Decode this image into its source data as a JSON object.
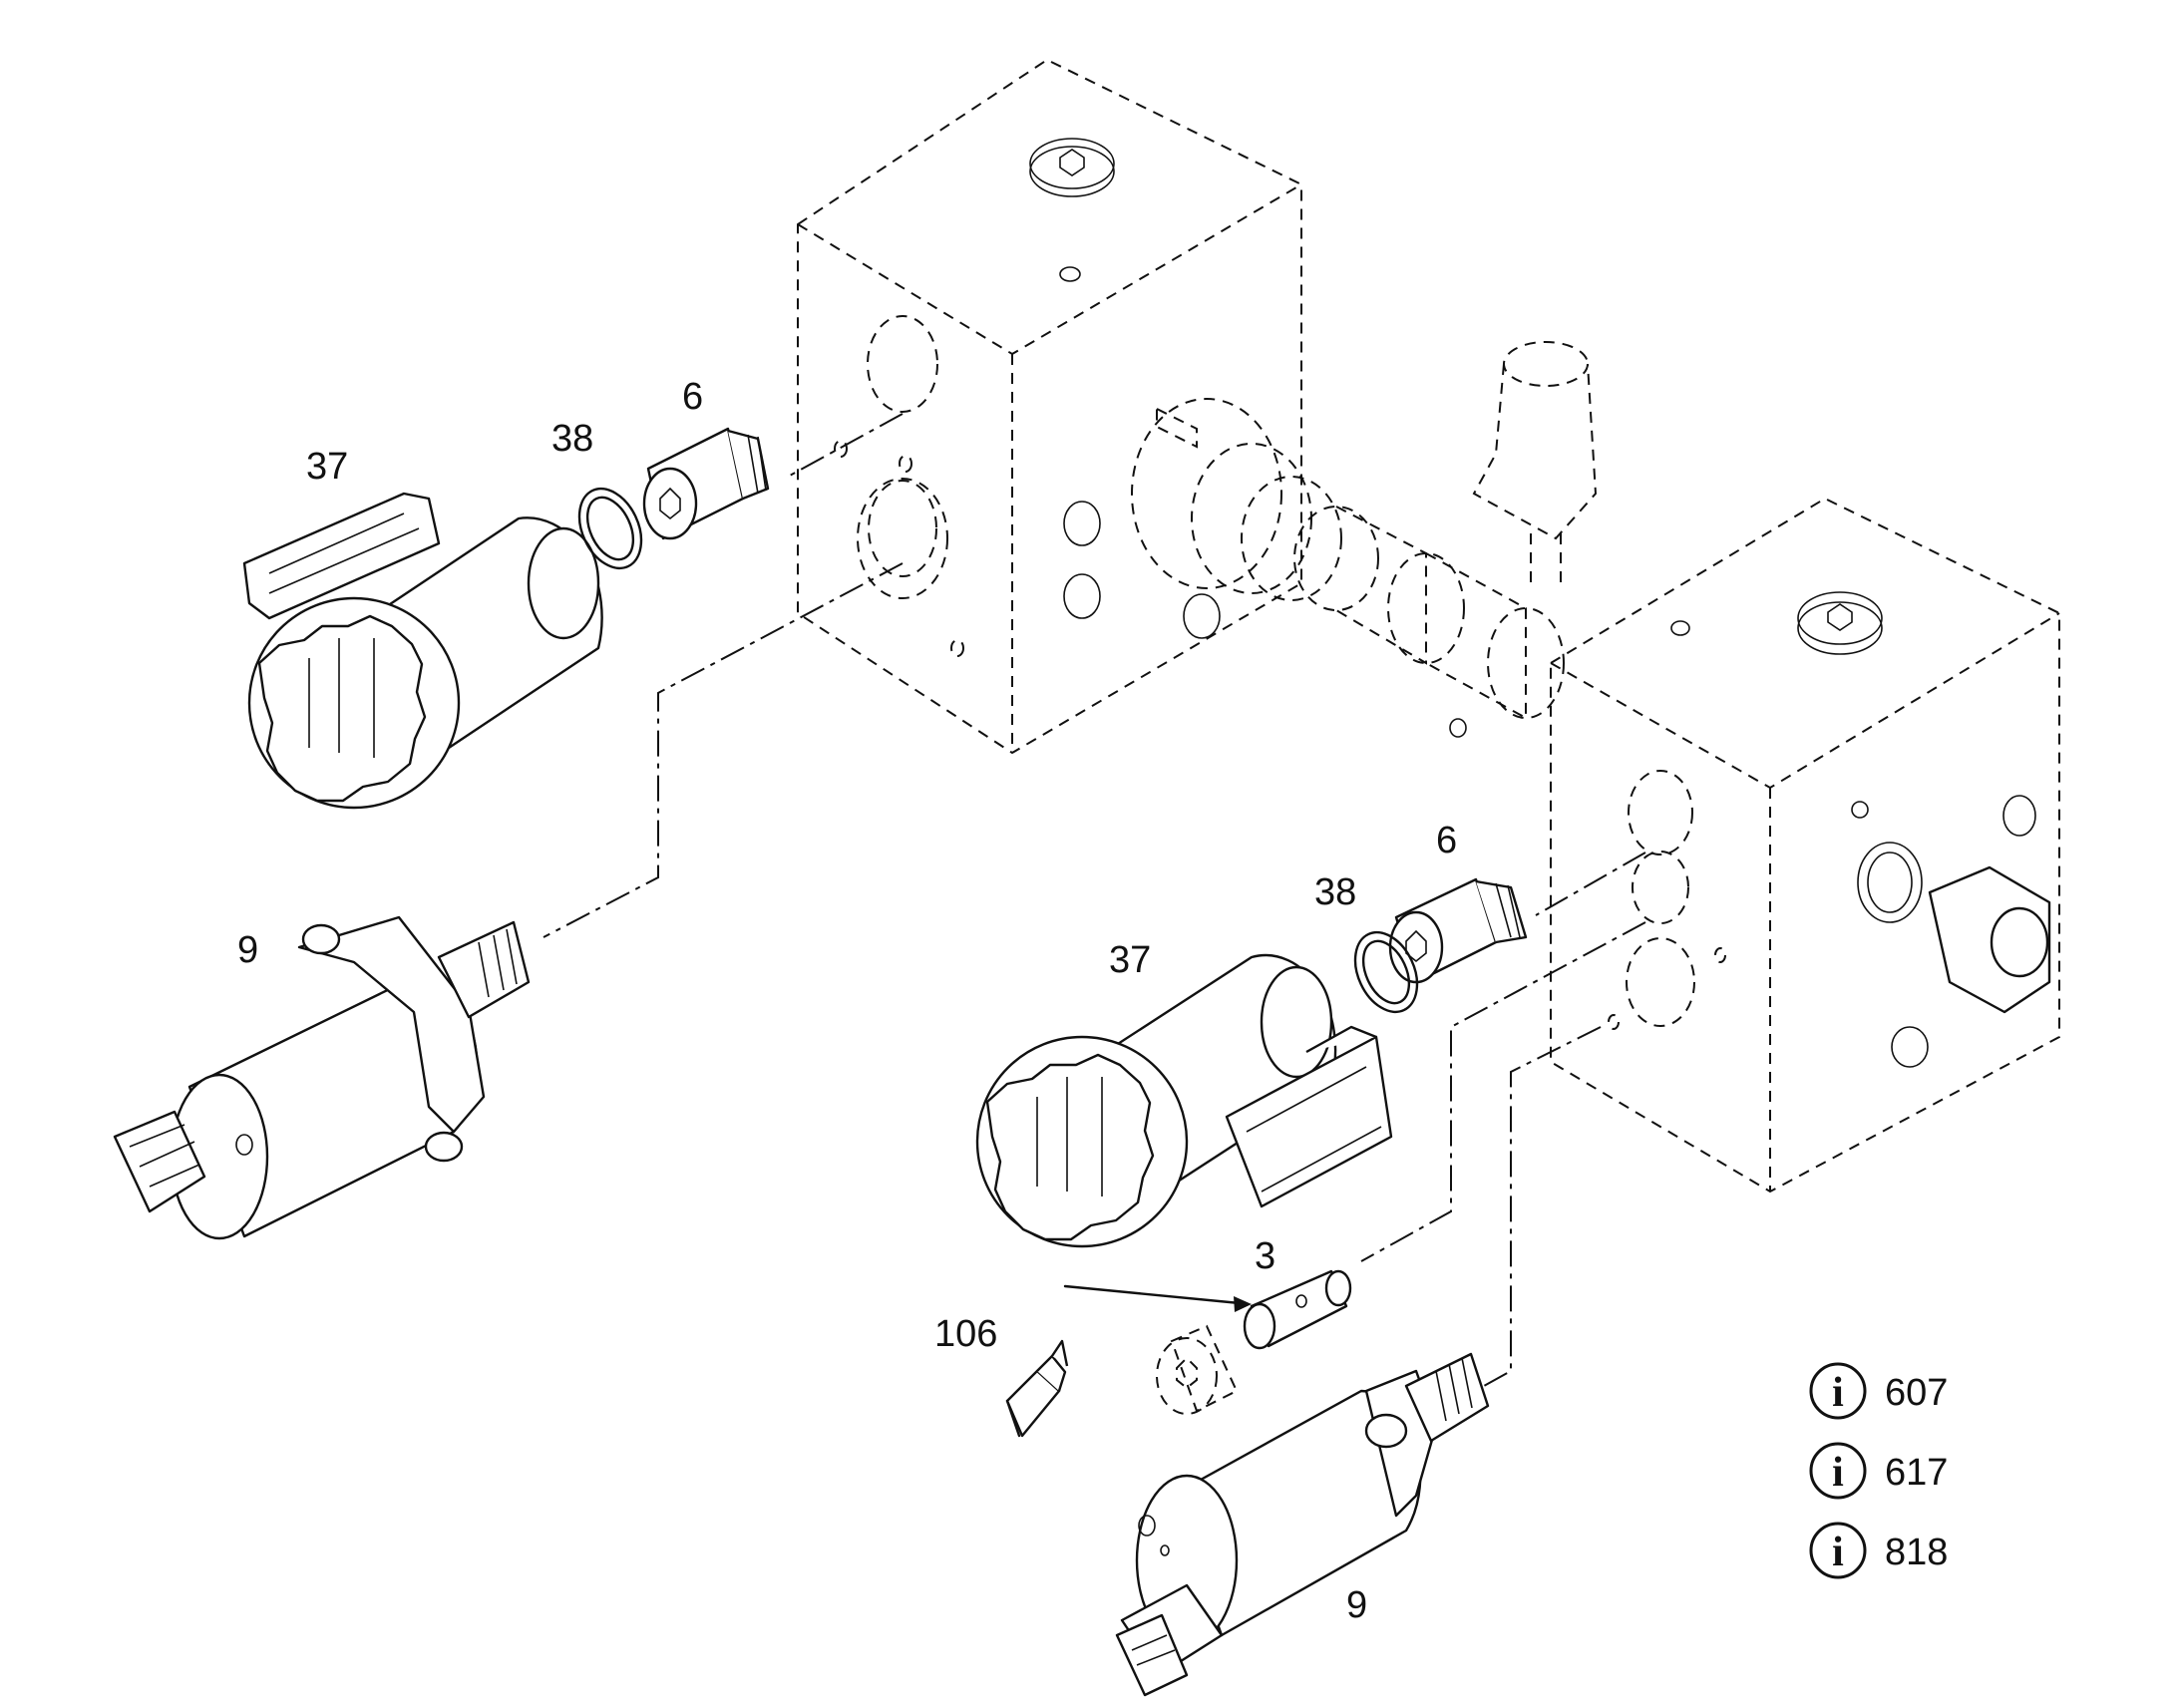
{
  "callouts": {
    "c37_top": "37",
    "c38_top": "38",
    "c6_top": "6",
    "c9_left": "9",
    "c37_mid": "37",
    "c38_mid": "38",
    "c6_mid": "6",
    "c3": "3",
    "c106": "106",
    "c9_bottom": "9"
  },
  "info_refs": [
    {
      "icon": "info-icon",
      "number": "607"
    },
    {
      "icon": "info-icon",
      "number": "617"
    },
    {
      "icon": "info-icon",
      "number": "818"
    }
  ]
}
